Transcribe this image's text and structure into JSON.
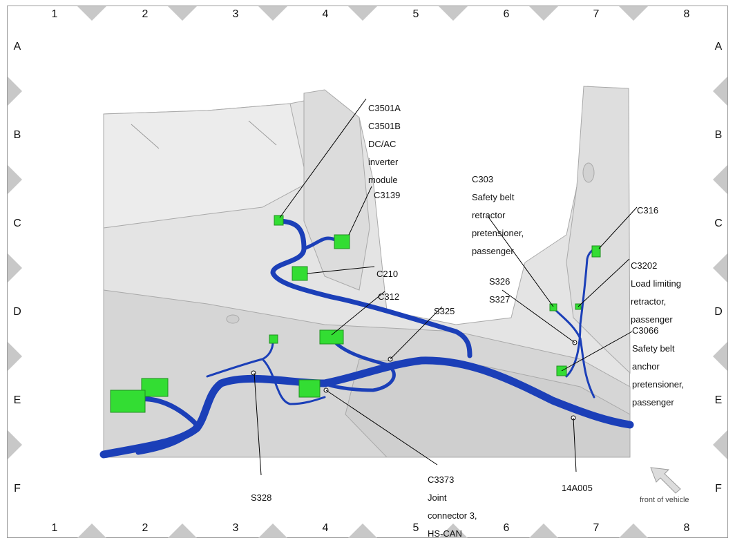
{
  "grid": {
    "columns": [
      "1",
      "2",
      "3",
      "4",
      "5",
      "6",
      "7",
      "8"
    ],
    "rows": [
      "A",
      "B",
      "C",
      "D",
      "E",
      "F"
    ]
  },
  "callouts": {
    "c3501": [
      "C3501A",
      "C3501B",
      "DC/AC",
      "inverter",
      "module"
    ],
    "c3139": [
      "C3139"
    ],
    "c210": [
      "C210"
    ],
    "c312": [
      "C312"
    ],
    "s325": [
      "S325"
    ],
    "c303": [
      "C303",
      "Safety belt",
      "retractor",
      "pretensioner,",
      "passenger"
    ],
    "c316": [
      "C316"
    ],
    "c3202": [
      "C3202",
      "Load limiting",
      "retractor,",
      "passenger"
    ],
    "s326": [
      "S326",
      "S327"
    ],
    "c3066": [
      "C3066",
      "Safety belt",
      "anchor",
      "pretensioner,",
      "passenger"
    ],
    "s328": [
      "S328"
    ],
    "c3373": [
      "C3373",
      "Joint",
      "connector 3,",
      "HS-CAN"
    ],
    "harness": [
      "14A005"
    ]
  },
  "front_of_vehicle": "front of vehicle",
  "colors": {
    "harness": "#1b3fb8",
    "connector": "#33dd33",
    "body_panel": "#e6e6e6",
    "frame_triangle": "#c8c8c8"
  }
}
